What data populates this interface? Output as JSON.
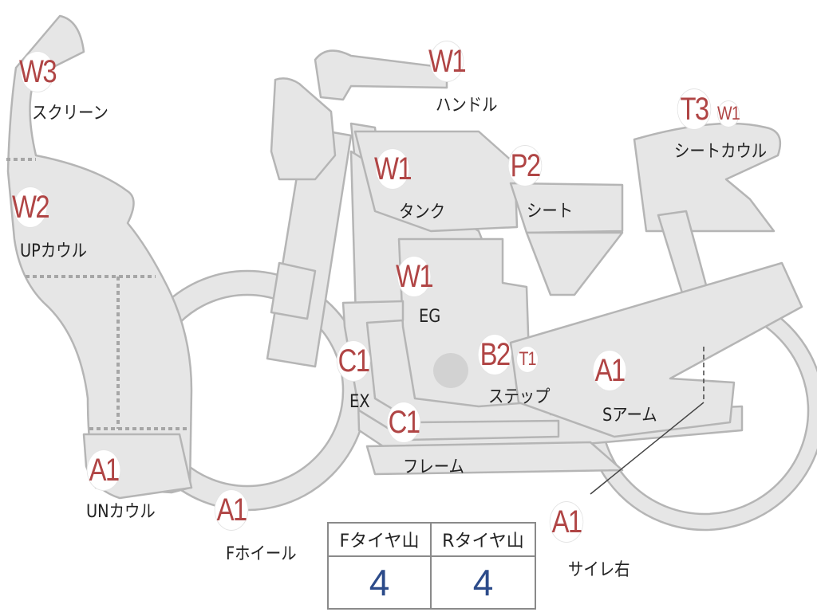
{
  "parts": [
    {
      "id": "w3-screen",
      "code": "W3",
      "label": "スクリーン"
    },
    {
      "id": "w2-upcowl",
      "code": "W2",
      "label": "UPカウル"
    },
    {
      "id": "a1-uncowl",
      "code": "A1",
      "label": "UNカウル"
    },
    {
      "id": "a1-fwheel",
      "code": "A1",
      "label": "Fホイール"
    },
    {
      "id": "w1-handle",
      "code": "W1",
      "label": "ハンドル"
    },
    {
      "id": "w1-tank",
      "code": "W1",
      "label": "タンク"
    },
    {
      "id": "p2-seat",
      "code": "P2",
      "label": "シート"
    },
    {
      "id": "t3-seatcowl",
      "code": "T3",
      "code2": "W1",
      "label": "シートカウル"
    },
    {
      "id": "w1-eg",
      "code": "W1",
      "label": "EG"
    },
    {
      "id": "c1-ex",
      "code": "C1",
      "label": "EX"
    },
    {
      "id": "c1-frame",
      "code": "C1",
      "label": "フレーム"
    },
    {
      "id": "b2-step",
      "code": "B2",
      "code2": "T1",
      "label": "ステップ"
    },
    {
      "id": "a1-sarm",
      "code": "A1",
      "label": "Sアーム"
    },
    {
      "id": "a1-silencer",
      "code": "A1",
      "label": "サイレ右"
    }
  ],
  "tire_table": {
    "headers": [
      "Fタイヤ山",
      "Rタイヤ山"
    ],
    "values": [
      "4",
      "4"
    ]
  },
  "colors": {
    "body_fill": "#e6e6e6",
    "outline": "#b5b5b5",
    "badge_text": "#b04545",
    "value_text": "#2c4b8a"
  }
}
